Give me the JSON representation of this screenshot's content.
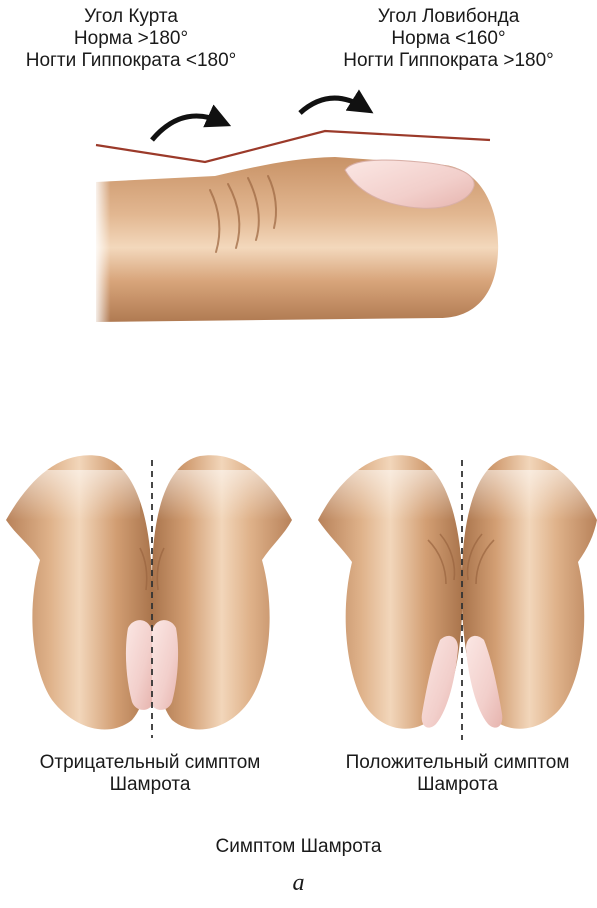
{
  "angle_labels": {
    "kurth": {
      "title": "Угол Курта",
      "norm": "Норма >180°",
      "hippocrates": "Ногти Гиппократа <180°"
    },
    "lovibond": {
      "title": "Угол Ловибонда",
      "norm": "Норма <160°",
      "hippocrates": "Ногти Гиппократа >180°"
    }
  },
  "captions": {
    "negative": {
      "line1": "Отрицательный симптом",
      "line2": "Шамрота"
    },
    "positive": {
      "line1": "Положительный симптом",
      "line2": "Шамрота"
    },
    "figure": "Симптом Шамрота",
    "letter": "а"
  },
  "colors": {
    "skin": "#d9a77c",
    "skin_highlight": "#f4d9bd",
    "skin_shadow": "#a8744d",
    "nail": "#f5d6d3",
    "angle_line": "#9b3a2a",
    "arrow": "#111111",
    "midline": "#333333"
  }
}
